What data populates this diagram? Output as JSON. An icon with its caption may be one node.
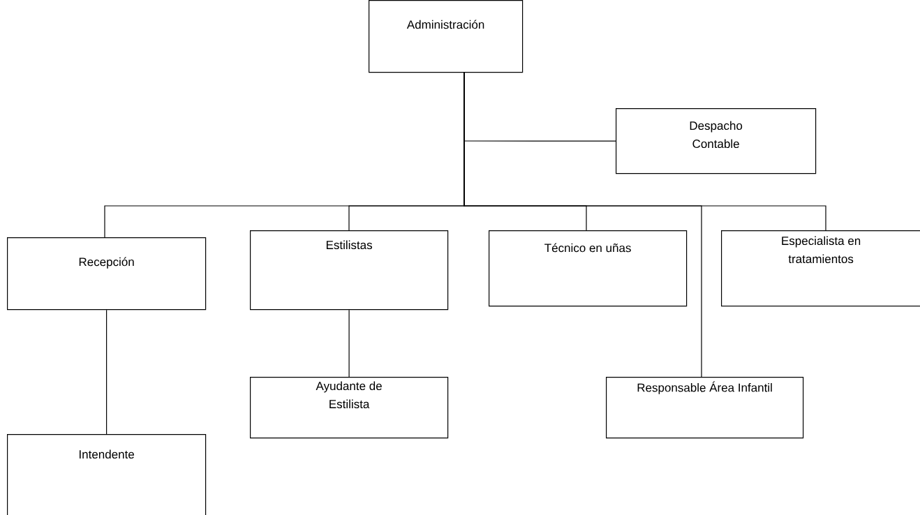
{
  "diagram": {
    "nodes": [
      {
        "text": [
          "Administración"
        ]
      },
      {
        "text": [
          "Despacho Contable"
        ]
      },
      {
        "text": [
          "Recepción"
        ]
      },
      {
        "text": [
          "Estilistas"
        ]
      },
      {
        "text": [
          "Técnico en uñas"
        ]
      },
      {
        "text": [
          "Especialista en tratamientos"
        ]
      },
      {
        "text": [
          "Ayudante de Estilista"
        ]
      },
      {
        "text": [
          "Responsable Área Infantil"
        ]
      },
      {
        "text": [
          "Intendente"
        ]
      }
    ],
    "edges": [
      {
        "from": 0,
        "to": 1,
        "arrow": "none"
      },
      {
        "from": 0,
        "to": 2,
        "arrow": "none"
      },
      {
        "from": 0,
        "to": 3,
        "arrow": "none"
      },
      {
        "from": 0,
        "to": 4,
        "arrow": "none"
      },
      {
        "from": 0,
        "to": 7,
        "arrow": "none"
      },
      {
        "from": 0,
        "to": 5,
        "arrow": "none"
      },
      {
        "from": 2,
        "to": 8,
        "arrow": "none"
      },
      {
        "from": 3,
        "to": 6,
        "arrow": "none"
      }
    ]
  }
}
